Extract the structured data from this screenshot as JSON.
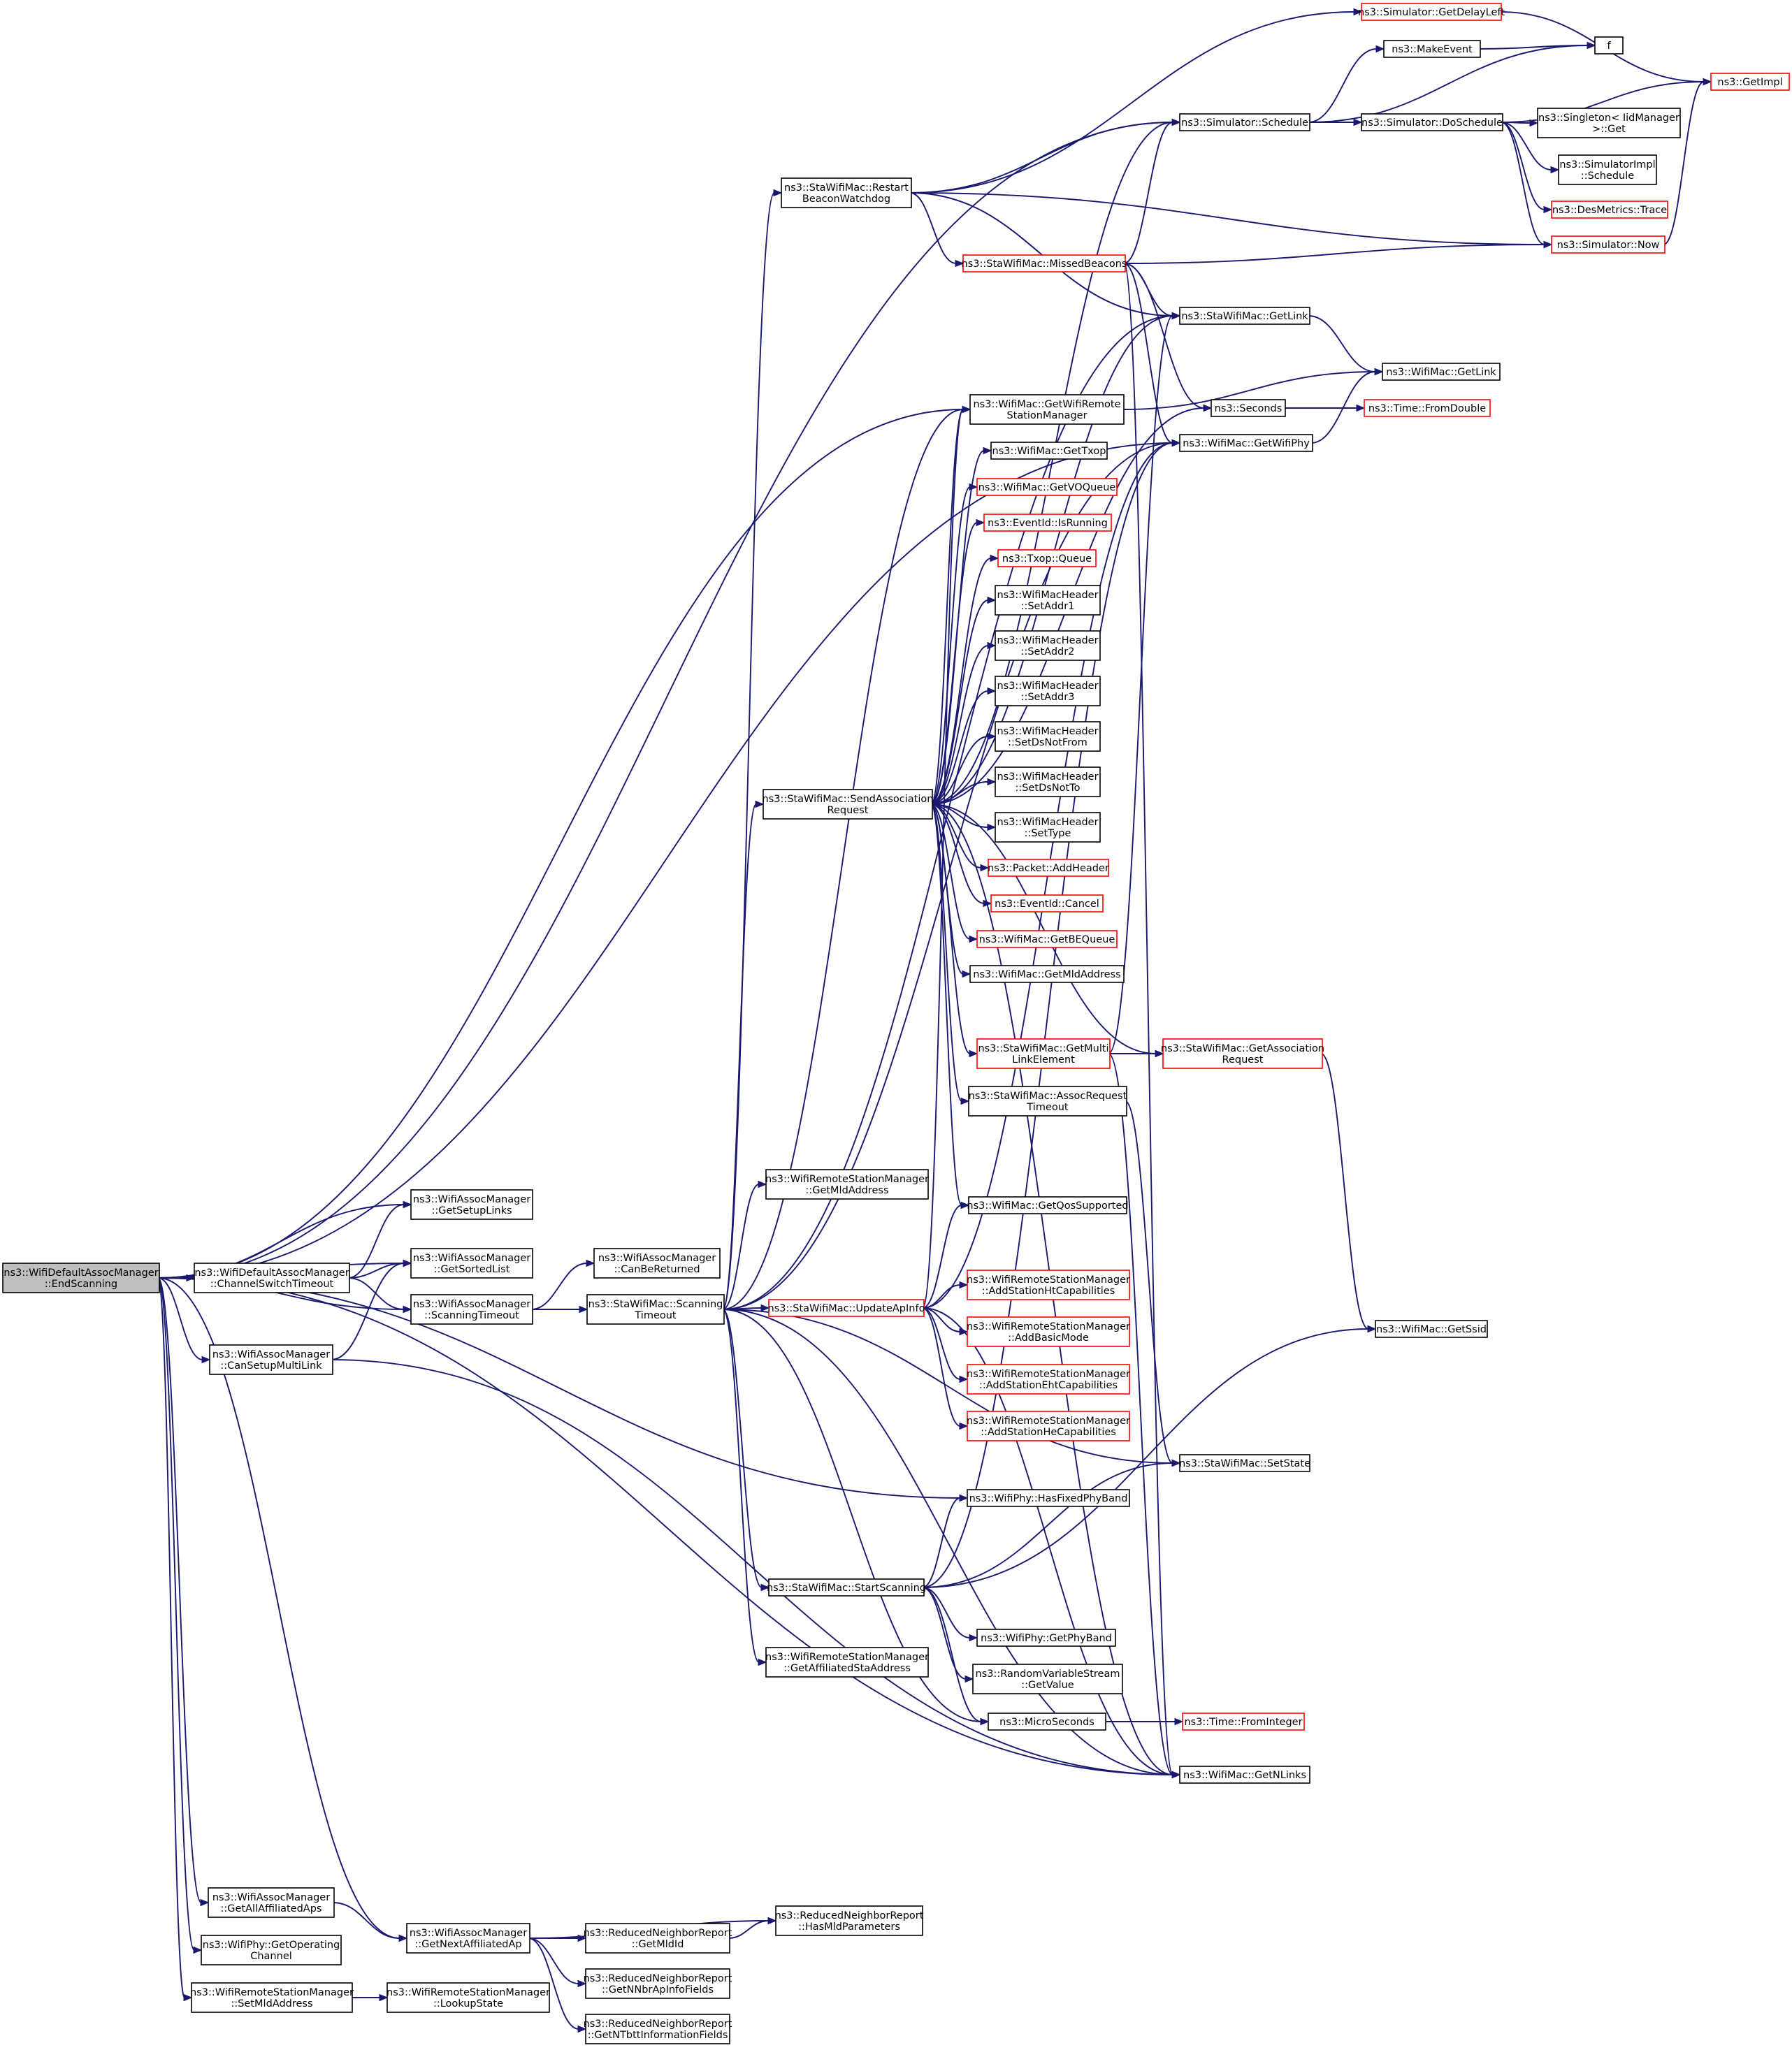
{
  "nodes": [
    {
      "id": "n0",
      "lines": [
        "ns3::WifiDefaultAssocManager",
        "::EndScanning"
      ],
      "style": "root"
    },
    {
      "id": "n1",
      "lines": [
        "ns3::StaWifiMac::Restart",
        "BeaconWatchdog"
      ]
    },
    {
      "id": "n2",
      "lines": [
        "ns3::Simulator::GetDelayLeft"
      ],
      "style": "red"
    },
    {
      "id": "n3",
      "lines": [
        "ns3::GetImpl"
      ],
      "style": "red"
    },
    {
      "id": "n4",
      "lines": [
        "ns3::MakeEvent"
      ]
    },
    {
      "id": "n5",
      "lines": [
        "f"
      ]
    },
    {
      "id": "n6",
      "lines": [
        "ns3::Simulator::Schedule"
      ]
    },
    {
      "id": "n7",
      "lines": [
        "ns3::Simulator::DoSchedule"
      ]
    },
    {
      "id": "n8",
      "lines": [
        "ns3::Singleton< IidManager",
        ">::Get"
      ]
    },
    {
      "id": "n9",
      "lines": [
        "ns3::SimulatorImpl",
        "::Schedule"
      ]
    },
    {
      "id": "n10",
      "lines": [
        "ns3::DesMetrics::Trace"
      ],
      "style": "red"
    },
    {
      "id": "n11",
      "lines": [
        "ns3::Simulator::Now"
      ],
      "style": "red"
    },
    {
      "id": "n12",
      "lines": [
        "ns3::StaWifiMac::MissedBeacons"
      ],
      "style": "red"
    },
    {
      "id": "n13",
      "lines": [
        "ns3::StaWifiMac::GetLink"
      ]
    },
    {
      "id": "n14",
      "lines": [
        "ns3::WifiMac::GetLink"
      ]
    },
    {
      "id": "n15",
      "lines": [
        "ns3::WifiMac::GetWifiRemote",
        "StationManager"
      ]
    },
    {
      "id": "n16",
      "lines": [
        "ns3::Seconds"
      ]
    },
    {
      "id": "n17",
      "lines": [
        "ns3::Time::FromDouble"
      ],
      "style": "red"
    },
    {
      "id": "n18",
      "lines": [
        "ns3::WifiMac::GetWifiPhy"
      ]
    },
    {
      "id": "n19",
      "lines": [
        "ns3::WifiMac::GetTxop"
      ]
    },
    {
      "id": "n20",
      "lines": [
        "ns3::WifiMac::GetVOQueue"
      ],
      "style": "red"
    },
    {
      "id": "n21",
      "lines": [
        "ns3::EventId::IsRunning"
      ],
      "style": "red"
    },
    {
      "id": "n22",
      "lines": [
        "ns3::Txop::Queue"
      ],
      "style": "red"
    },
    {
      "id": "n23",
      "lines": [
        "ns3::WifiMacHeader",
        "::SetAddr1"
      ]
    },
    {
      "id": "n24",
      "lines": [
        "ns3::WifiMacHeader",
        "::SetAddr2"
      ]
    },
    {
      "id": "n25",
      "lines": [
        "ns3::WifiMacHeader",
        "::SetAddr3"
      ]
    },
    {
      "id": "n26",
      "lines": [
        "ns3::WifiMacHeader",
        "::SetDsNotFrom"
      ]
    },
    {
      "id": "n27",
      "lines": [
        "ns3::WifiMacHeader",
        "::SetDsNotTo"
      ]
    },
    {
      "id": "n28",
      "lines": [
        "ns3::WifiMacHeader",
        "::SetType"
      ]
    },
    {
      "id": "n29",
      "lines": [
        "ns3::Packet::AddHeader"
      ],
      "style": "red"
    },
    {
      "id": "n30",
      "lines": [
        "ns3::EventId::Cancel"
      ],
      "style": "red"
    },
    {
      "id": "n31",
      "lines": [
        "ns3::WifiMac::GetBEQueue"
      ],
      "style": "red"
    },
    {
      "id": "n32",
      "lines": [
        "ns3::WifiMac::GetMldAddress"
      ]
    },
    {
      "id": "n33",
      "lines": [
        "ns3::StaWifiMac::GetMulti",
        "LinkElement"
      ],
      "style": "red"
    },
    {
      "id": "n34",
      "lines": [
        "ns3::StaWifiMac::GetAssociation",
        "Request"
      ],
      "style": "red"
    },
    {
      "id": "n35",
      "lines": [
        "ns3::StaWifiMac::AssocRequest",
        "Timeout"
      ]
    },
    {
      "id": "n36",
      "lines": [
        "ns3::StaWifiMac::SendAssociation",
        "Request"
      ]
    },
    {
      "id": "n37",
      "lines": [
        "ns3::WifiRemoteStationManager",
        "::GetMldAddress"
      ]
    },
    {
      "id": "n38",
      "lines": [
        "ns3::WifiMac::GetQosSupported"
      ]
    },
    {
      "id": "n39",
      "lines": [
        "ns3::WifiAssocManager",
        "::GetSetupLinks"
      ]
    },
    {
      "id": "n40",
      "lines": [
        "ns3::WifiAssocManager",
        "::GetSortedList"
      ]
    },
    {
      "id": "n41",
      "lines": [
        "ns3::WifiDefaultAssocManager",
        "::ChannelSwitchTimeout"
      ]
    },
    {
      "id": "n42",
      "lines": [
        "ns3::WifiAssocManager",
        "::CanBeReturned"
      ]
    },
    {
      "id": "n43",
      "lines": [
        "ns3::WifiAssocManager",
        "::ScanningTimeout"
      ]
    },
    {
      "id": "n44",
      "lines": [
        "ns3::StaWifiMac::Scanning",
        "Timeout"
      ]
    },
    {
      "id": "n45",
      "lines": [
        "ns3::StaWifiMac::UpdateApInfo"
      ],
      "style": "red"
    },
    {
      "id": "n46",
      "lines": [
        "ns3::WifiRemoteStationManager",
        "::AddStationHtCapabilities"
      ],
      "style": "red"
    },
    {
      "id": "n47",
      "lines": [
        "ns3::WifiRemoteStationManager",
        "::AddBasicMode"
      ],
      "style": "red"
    },
    {
      "id": "n48",
      "lines": [
        "ns3::WifiRemoteStationManager",
        "::AddStationEhtCapabilities"
      ],
      "style": "red"
    },
    {
      "id": "n49",
      "lines": [
        "ns3::WifiRemoteStationManager",
        "::AddStationHeCapabilities"
      ],
      "style": "red"
    },
    {
      "id": "n50",
      "lines": [
        "ns3::WifiAssocManager",
        "::CanSetupMultiLink"
      ]
    },
    {
      "id": "n51",
      "lines": [
        "ns3::WifiMac::GetSsid"
      ]
    },
    {
      "id": "n52",
      "lines": [
        "ns3::StaWifiMac::SetState"
      ]
    },
    {
      "id": "n53",
      "lines": [
        "ns3::WifiPhy::HasFixedPhyBand"
      ]
    },
    {
      "id": "n54",
      "lines": [
        "ns3::StaWifiMac::StartScanning"
      ]
    },
    {
      "id": "n55",
      "lines": [
        "ns3::WifiPhy::GetPhyBand"
      ]
    },
    {
      "id": "n56",
      "lines": [
        "ns3::RandomVariableStream",
        "::GetValue"
      ]
    },
    {
      "id": "n57",
      "lines": [
        "ns3::WifiRemoteStationManager",
        "::GetAffiliatedStaAddress"
      ]
    },
    {
      "id": "n58",
      "lines": [
        "ns3::MicroSeconds"
      ]
    },
    {
      "id": "n59",
      "lines": [
        "ns3::Time::FromInteger"
      ],
      "style": "red"
    },
    {
      "id": "n60",
      "lines": [
        "ns3::WifiMac::GetNLinks"
      ]
    },
    {
      "id": "n61",
      "lines": [
        "ns3::WifiAssocManager",
        "::GetAllAffiliatedAps"
      ]
    },
    {
      "id": "n62",
      "lines": [
        "ns3::WifiAssocManager",
        "::GetNextAffiliatedAp"
      ]
    },
    {
      "id": "n63",
      "lines": [
        "ns3::ReducedNeighborReport",
        "::HasMldParameters"
      ]
    },
    {
      "id": "n64",
      "lines": [
        "ns3::ReducedNeighborReport",
        "::GetMldId"
      ]
    },
    {
      "id": "n65",
      "lines": [
        "ns3::WifiPhy::GetOperating",
        "Channel"
      ]
    },
    {
      "id": "n66",
      "lines": [
        "ns3::WifiRemoteStationManager",
        "::SetMldAddress"
      ]
    },
    {
      "id": "n67",
      "lines": [
        "ns3::WifiRemoteStationManager",
        "::LookupState"
      ]
    },
    {
      "id": "n68",
      "lines": [
        "ns3::ReducedNeighborReport",
        "::GetNNbrApInfoFields"
      ]
    },
    {
      "id": "n69",
      "lines": [
        "ns3::ReducedNeighborReport",
        "::GetNTbttInformationFields"
      ]
    }
  ],
  "edges": [
    [
      "n0",
      "n6"
    ],
    [
      "n0",
      "n15"
    ],
    [
      "n0",
      "n18"
    ],
    [
      "n0",
      "n53"
    ],
    [
      "n0",
      "n39"
    ],
    [
      "n0",
      "n40"
    ],
    [
      "n0",
      "n41"
    ],
    [
      "n0",
      "n43"
    ],
    [
      "n0",
      "n50"
    ],
    [
      "n0",
      "n60"
    ],
    [
      "n0",
      "n61"
    ],
    [
      "n0",
      "n62"
    ],
    [
      "n0",
      "n65"
    ],
    [
      "n0",
      "n66"
    ],
    [
      "n41",
      "n39"
    ],
    [
      "n41",
      "n40"
    ],
    [
      "n41",
      "n43"
    ],
    [
      "n43",
      "n42"
    ],
    [
      "n43",
      "n44"
    ],
    [
      "n50",
      "n40"
    ],
    [
      "n50",
      "n60"
    ],
    [
      "n61",
      "n62"
    ],
    [
      "n62",
      "n63"
    ],
    [
      "n62",
      "n64"
    ],
    [
      "n62",
      "n68"
    ],
    [
      "n62",
      "n69"
    ],
    [
      "n64",
      "n63"
    ],
    [
      "n66",
      "n67"
    ],
    [
      "n44",
      "n1"
    ],
    [
      "n44",
      "n36"
    ],
    [
      "n44",
      "n37"
    ],
    [
      "n44",
      "n45"
    ],
    [
      "n44",
      "n54"
    ],
    [
      "n44",
      "n57"
    ],
    [
      "n44",
      "n58"
    ],
    [
      "n44",
      "n60"
    ],
    [
      "n44",
      "n52"
    ],
    [
      "n44",
      "n15"
    ],
    [
      "n44",
      "n13"
    ],
    [
      "n44",
      "n18"
    ],
    [
      "n1",
      "n2"
    ],
    [
      "n1",
      "n6"
    ],
    [
      "n1",
      "n11"
    ],
    [
      "n1",
      "n12"
    ],
    [
      "n1",
      "n13"
    ],
    [
      "n2",
      "n3"
    ],
    [
      "n6",
      "n4"
    ],
    [
      "n6",
      "n5"
    ],
    [
      "n6",
      "n7"
    ],
    [
      "n4",
      "n5"
    ],
    [
      "n7",
      "n3"
    ],
    [
      "n7",
      "n8"
    ],
    [
      "n7",
      "n9"
    ],
    [
      "n7",
      "n10"
    ],
    [
      "n7",
      "n11"
    ],
    [
      "n11",
      "n3"
    ],
    [
      "n12",
      "n6"
    ],
    [
      "n12",
      "n11"
    ],
    [
      "n12",
      "n13"
    ],
    [
      "n12",
      "n16"
    ],
    [
      "n12",
      "n18"
    ],
    [
      "n12",
      "n60"
    ],
    [
      "n13",
      "n14"
    ],
    [
      "n15",
      "n14"
    ],
    [
      "n16",
      "n17"
    ],
    [
      "n18",
      "n14"
    ],
    [
      "n36",
      "n6"
    ],
    [
      "n36",
      "n13"
    ],
    [
      "n36",
      "n15"
    ],
    [
      "n36",
      "n16"
    ],
    [
      "n36",
      "n19"
    ],
    [
      "n36",
      "n20"
    ],
    [
      "n36",
      "n21"
    ],
    [
      "n36",
      "n22"
    ],
    [
      "n36",
      "n23"
    ],
    [
      "n36",
      "n24"
    ],
    [
      "n36",
      "n25"
    ],
    [
      "n36",
      "n26"
    ],
    [
      "n36",
      "n27"
    ],
    [
      "n36",
      "n28"
    ],
    [
      "n36",
      "n29"
    ],
    [
      "n36",
      "n30"
    ],
    [
      "n36",
      "n31"
    ],
    [
      "n36",
      "n32"
    ],
    [
      "n36",
      "n33"
    ],
    [
      "n36",
      "n34"
    ],
    [
      "n36",
      "n35"
    ],
    [
      "n36",
      "n38"
    ],
    [
      "n36",
      "n60"
    ],
    [
      "n33",
      "n34"
    ],
    [
      "n33",
      "n60"
    ],
    [
      "n33",
      "n13"
    ],
    [
      "n34",
      "n51"
    ],
    [
      "n35",
      "n52"
    ],
    [
      "n45",
      "n15"
    ],
    [
      "n45",
      "n18"
    ],
    [
      "n45",
      "n38"
    ],
    [
      "n45",
      "n46"
    ],
    [
      "n45",
      "n47"
    ],
    [
      "n45",
      "n48"
    ],
    [
      "n45",
      "n49"
    ],
    [
      "n45",
      "n60"
    ],
    [
      "n54",
      "n53"
    ],
    [
      "n54",
      "n55"
    ],
    [
      "n54",
      "n56"
    ],
    [
      "n54",
      "n58"
    ],
    [
      "n54",
      "n52"
    ],
    [
      "n54",
      "n51"
    ],
    [
      "n54",
      "n18"
    ],
    [
      "n58",
      "n59"
    ]
  ]
}
